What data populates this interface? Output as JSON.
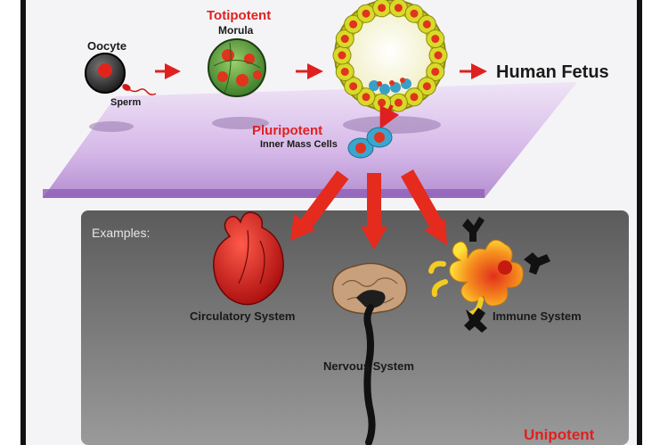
{
  "top": {
    "oocyte_label": "Oocyte",
    "sperm_label": "Sperm",
    "totipotent_label": "Totipotent",
    "morula_label": "Morula",
    "human_fetus_label": "Human Fetus",
    "pluripotent_label": "Pluripotent",
    "inner_mass_label": "Inner Mass Cells"
  },
  "bottom": {
    "examples_label": "Examples:",
    "circulatory_label": "Circulatory System",
    "nervous_label": "Nervous System",
    "immune_label": "Immune System",
    "unipotent_label": "Unipotent"
  },
  "colors": {
    "accent_red": "#e02020",
    "platform_purple": "#c9a8e0",
    "panel_gray": "#6e6e6e"
  }
}
